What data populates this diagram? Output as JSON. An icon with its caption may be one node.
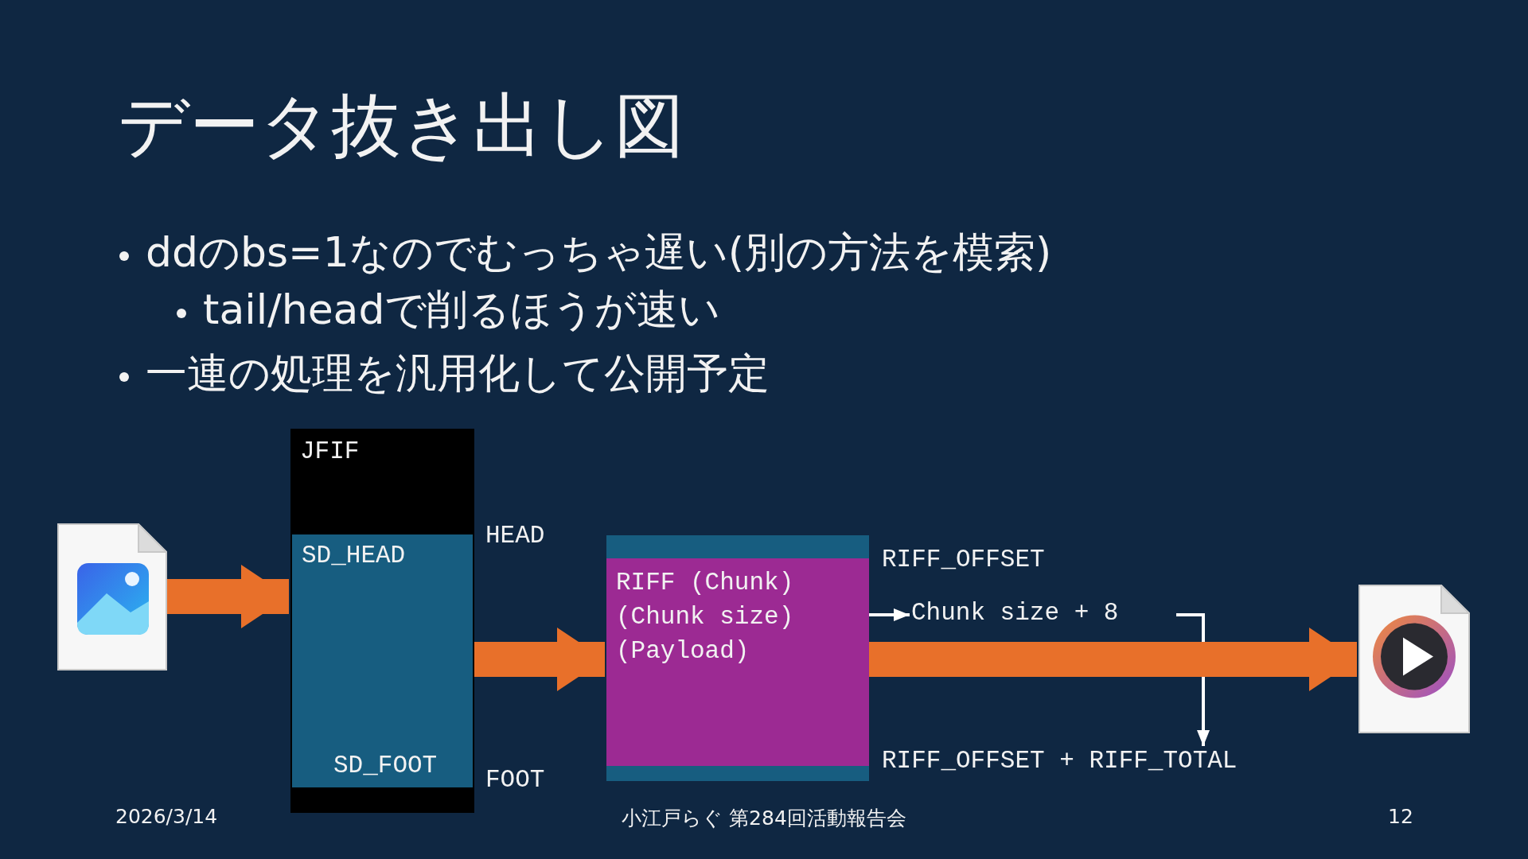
{
  "diagram": {
    "title": "データ抜き出し図",
    "nodes": [
      {
        "text": [],
        "shape": "file"
      },
      {
        "text": [
          "JFIF"
        ]
      },
      {
        "text": [
          "SD_HEAD",
          "SD_FOOT"
        ],
        "in": 1
      },
      {
        "text": [],
        "shape": "box"
      },
      {
        "text": [
          "RIFF (Chunk)",
          "(Chunk size)",
          "(Payload)"
        ],
        "in": 3
      },
      {
        "text": [
          "Chunk size + 8"
        ]
      },
      {
        "text": [
          "RIFF_OFFSET + RIFF_TOTAL"
        ]
      },
      {
        "text": [],
        "shape": "file"
      }
    ],
    "edges": [
      {
        "from": 0,
        "to": 1,
        "arrow": "to"
      },
      {
        "from": 1,
        "to": 3,
        "arrow": "to"
      },
      {
        "from": 4,
        "to": 5,
        "arrow": "to",
        "color": "#ffffff"
      },
      {
        "from": 5,
        "to": 6,
        "arrow": "to",
        "color": "#ffffff"
      },
      {
        "from": 3,
        "to": 7,
        "arrow": "to"
      }
    ],
    "labels": [
      "ddのbs=1なのでむっちゃ遅い(別の方法を模索)",
      "tail/headで削るほうが速い",
      "一連の処理を汎用化して公開予定",
      "HEAD",
      "FOOT",
      "RIFF_OFFSET",
      "2026/3/14",
      "小江戸らぐ 第284回活動報告会",
      "12"
    ]
  }
}
